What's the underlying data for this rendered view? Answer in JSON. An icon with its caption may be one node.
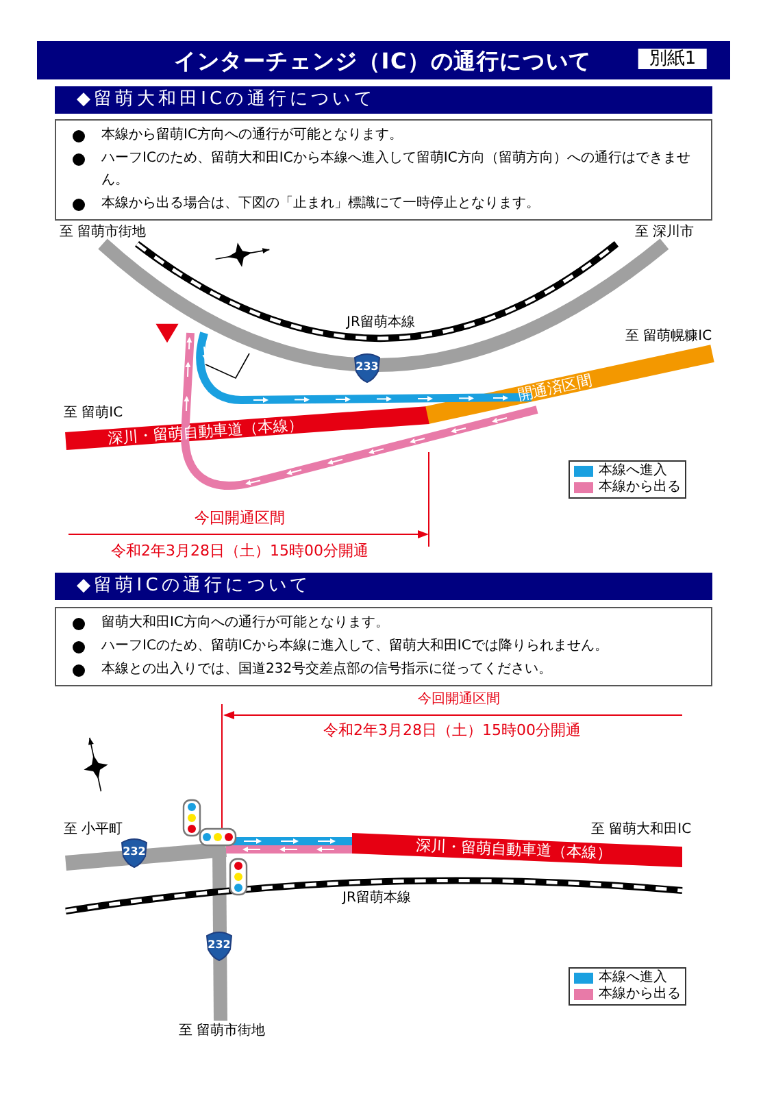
{
  "diagram": {
    "title": "インターチェンジ（IC）の通行について",
    "nodes": [
      {
        "text": [
          "◆留萌大和田ICの通行について"
        ]
      },
      {
        "text": [
          "本線から留萌IC方向への通行が可能となります。",
          "ハーフICのため、留萌大和田ICから本線へ進入して留萌IC方向（留萌方向）への通行はできません。",
          "本線から出る場合は、下図の「止まれ」標識にて一時停止となります。"
        ]
      },
      {
        "text": [
          "◆留萌ICの通行について"
        ]
      },
      {
        "text": [
          "留萌大和田IC方向への通行が可能となります。",
          "ハーフICのため、留萌ICから本線に進入して、留萌大和田ICでは降りられません。",
          "本線との出入りでは、国道232号交差点部の信号指示に従ってください。"
        ]
      }
    ],
    "labels": [
      "別紙1",
      "至 留萌市街地",
      "至 深川市",
      "JR留萌本線",
      "至 留萌幌糠IC",
      "233",
      "開通済区間",
      "至 留萌IC",
      "深川・留萌自動車道（本線）",
      "今回開通区間",
      "令和2年3月28日（土）15時00分開通",
      "今回開通区間",
      "令和2年3月28日（土）15時00分開通",
      "至 小平町",
      "232",
      "至 留萌大和田IC",
      "深川・留萌自動車道（本線）",
      "JR留萌本線",
      "232",
      "至 留萌市街地"
    ],
    "legend": [
      {
        "text": "本線へ進入",
        "color": "#1aa0e0"
      },
      {
        "text": "本線から出る",
        "color": "#e87aa8"
      },
      {
        "text": "本線へ進入",
        "color": "#1aa0e0"
      },
      {
        "text": "本線から出る",
        "color": "#e87aa8"
      }
    ]
  }
}
